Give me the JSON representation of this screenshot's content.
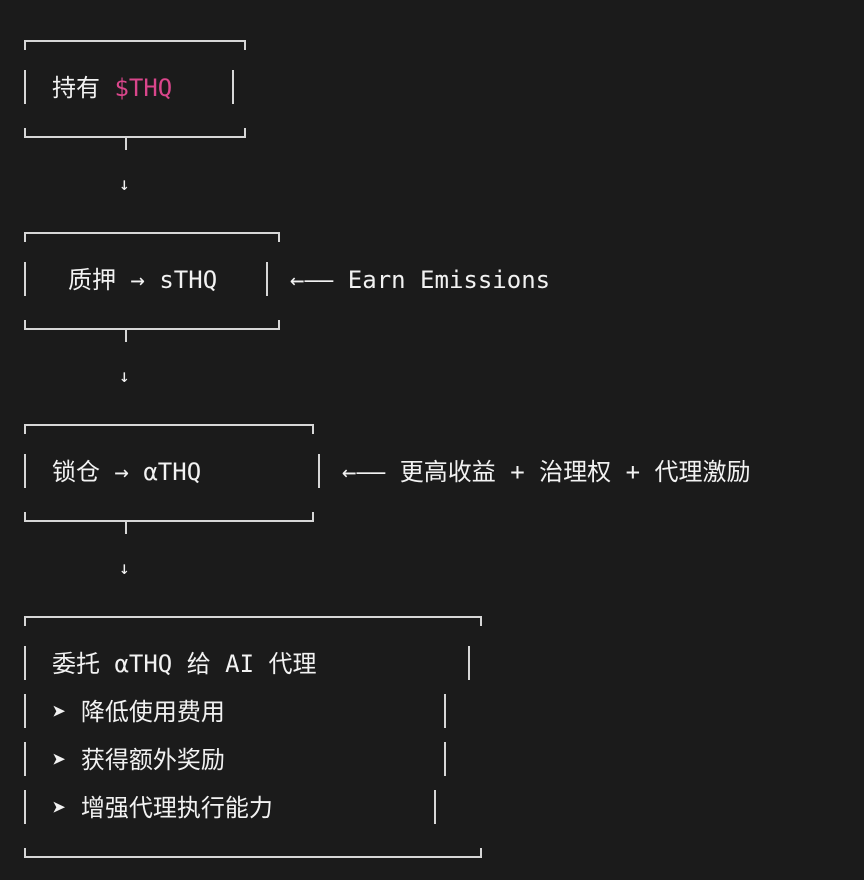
{
  "colors": {
    "background": "#1b1b1b",
    "text": "#f2f2f2",
    "line": "#d7d7d7",
    "token_accent": "#d9468b"
  },
  "steps": [
    {
      "label_prefix": "持有 ",
      "token": "$THQ"
    },
    {
      "label": "质押 → sTHQ",
      "side_note": "←—— Earn Emissions"
    },
    {
      "label": "锁仓 → αTHQ",
      "side_note": "←—— 更高收益 + 治理权 + 代理激励"
    },
    {
      "title": "委托 αTHQ 给 AI 代理",
      "bullets": [
        "➤ 降低使用费用",
        "➤ 获得额外奖励",
        "➤ 增强代理执行能力"
      ]
    }
  ],
  "down_arrow": "↓"
}
